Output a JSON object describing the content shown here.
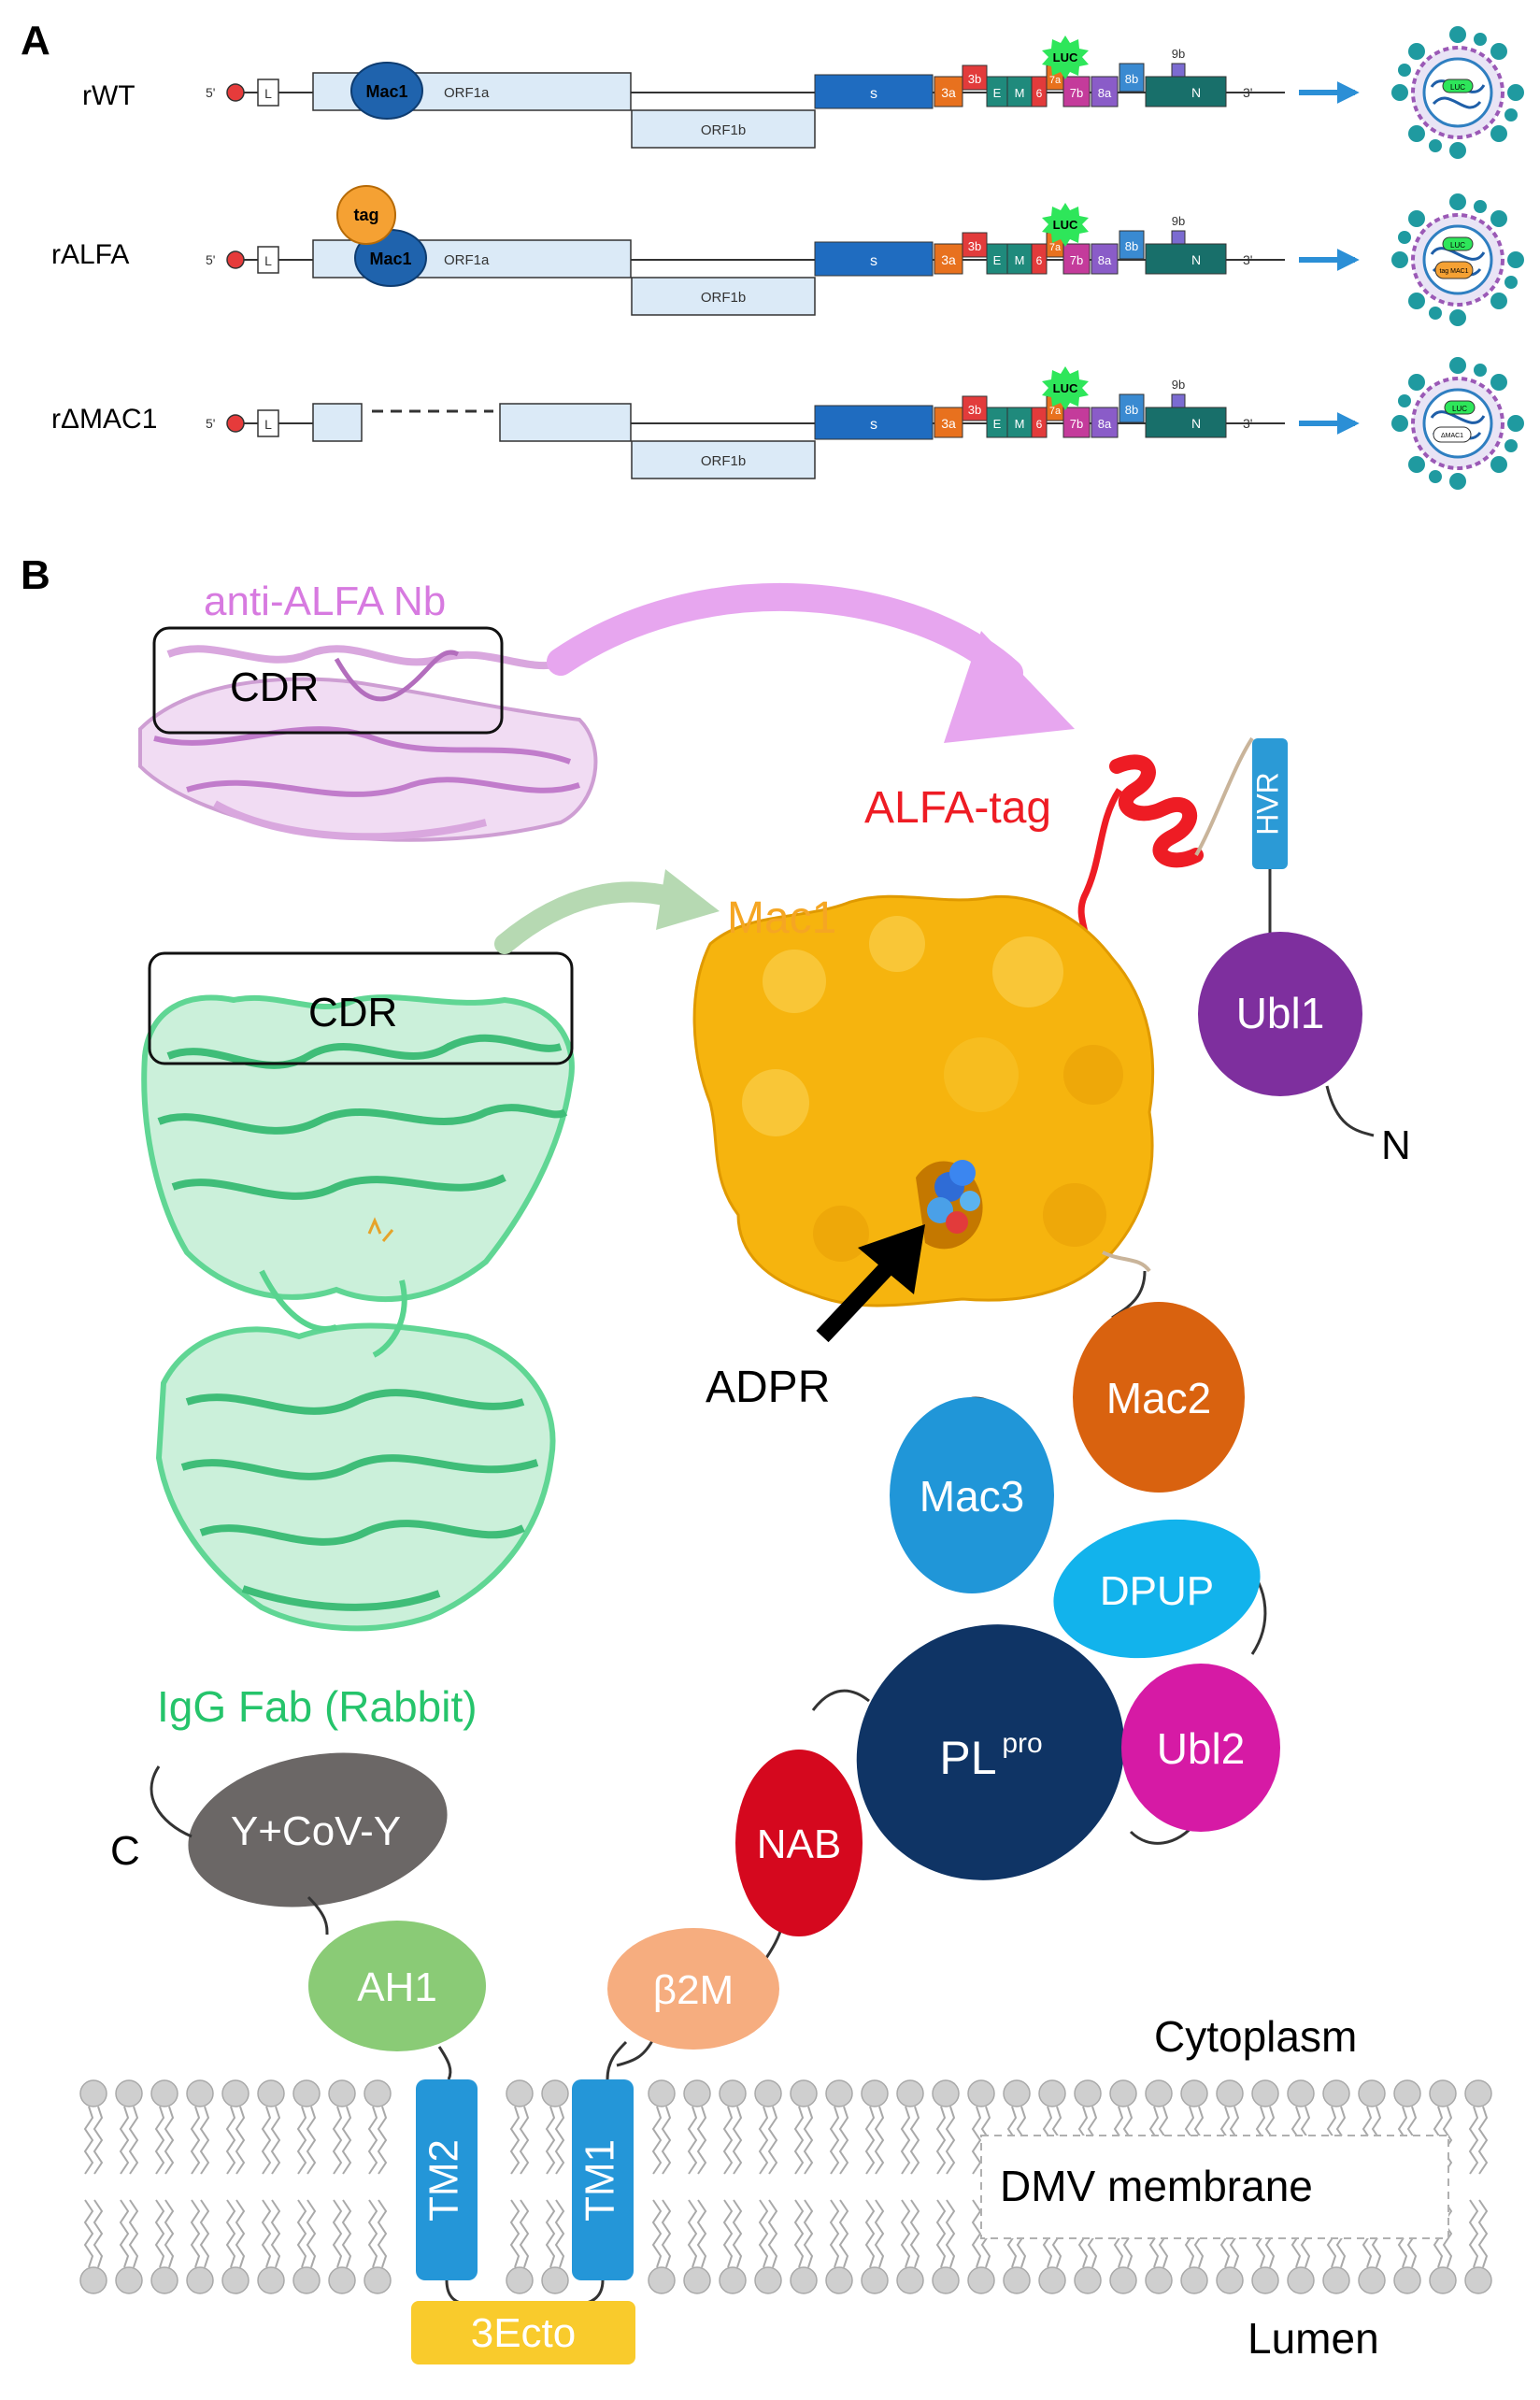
{
  "panel_a": {
    "label": "A",
    "rows": [
      {
        "name": "rWT",
        "five_prime": "5'",
        "three_prime": "3'",
        "leader": "L",
        "mac1": "Mac1",
        "orf1a": "ORF1a",
        "orf1b": "ORF1b",
        "genes": {
          "s": "s",
          "g3a": "3a",
          "g3b": "3b",
          "e": "E",
          "m": "M",
          "g6": "6",
          "g7a": "7a",
          "g7b": "7b",
          "g8a": "8a",
          "g8b": "8b",
          "g9b": "9b",
          "n": "N"
        },
        "luc": "LUC",
        "virion_label": "LUC"
      },
      {
        "name": "rALFA",
        "five_prime": "5'",
        "three_prime": "3'",
        "leader": "L",
        "tag": "tag",
        "mac1": "Mac1",
        "orf1a": "ORF1a",
        "orf1b": "ORF1b",
        "genes": {
          "s": "s",
          "g3a": "3a",
          "g3b": "3b",
          "e": "E",
          "m": "M",
          "g6": "6",
          "g7a": "7a",
          "g7b": "7b",
          "g8a": "8a",
          "g8b": "8b",
          "g9b": "9b",
          "n": "N"
        },
        "luc": "LUC",
        "virion_label": "LUC",
        "virion_label2": "tag MAC1"
      },
      {
        "name": "rΔMAC1",
        "five_prime": "5'",
        "three_prime": "3'",
        "leader": "L",
        "orf1b": "ORF1b",
        "genes": {
          "s": "s",
          "g3a": "3a",
          "g3b": "3b",
          "e": "E",
          "m": "M",
          "g6": "6",
          "g7a": "7a",
          "g7b": "7b",
          "g8a": "8a",
          "g8b": "8b",
          "g9b": "9b",
          "n": "N"
        },
        "luc": "LUC",
        "virion_label": "LUC",
        "virion_label2": "ΔMAC1"
      }
    ]
  },
  "panel_b": {
    "label": "B",
    "nb_title": "anti-ALFA Nb",
    "cdr_top": "CDR",
    "cdr_fab": "CDR",
    "fab_label": "IgG Fab (Rabbit)",
    "alfa_tag": "ALFA-tag",
    "mac1": "Mac1",
    "adpr": "ADPR",
    "hvr": "HVR",
    "ubl1": "Ubl1",
    "n_term": "N",
    "mac2": "Mac2",
    "mac3": "Mac3",
    "dpup": "DPUP",
    "plpro_main": "PL",
    "plpro_sup": "pro",
    "ubl2": "Ubl2",
    "nab": "NAB",
    "b2m": "β2M",
    "ycov": "Y+CoV-Y",
    "c_term": "C",
    "ah1": "AH1",
    "tm1": "TM1",
    "tm2": "TM2",
    "ecto": "3Ecto",
    "cytoplasm": "Cytoplasm",
    "membrane": "DMV membrane",
    "lumen": "Lumen"
  },
  "colors": {
    "mac1_blue": "#1f63ad",
    "orf_light": "#dbeaf7",
    "s_blue": "#1f6cc0",
    "g3a_orange": "#e8711e",
    "g3b_red": "#e23b3b",
    "em_teal": "#1f8a7c",
    "g7b_magenta": "#c43b9b",
    "g8a_purple": "#8a5cc8",
    "g8b_blue": "#3a8ad1",
    "n_teal": "#186f6a",
    "luc_green": "#2ee65a",
    "tag_orange": "#f5a133",
    "alfa_red": "#ee1c24",
    "nb_pink": "#d9a7de",
    "nb_title": "#d77ae0",
    "fab_green": "#58d48f",
    "fab_title": "#25c46b",
    "mac1_gold": "#f6b40e",
    "mac1_title": "#f5a623",
    "ubl1_purple": "#7e2f9e",
    "hvr_blue": "#2b9ad6",
    "mac2_orange": "#d9620f",
    "mac3_blue": "#2096d8",
    "dpup_cyan": "#12b3ec",
    "plpro_navy": "#0f3465",
    "ubl2_magenta": "#d61aa5",
    "nab_red": "#d5081e",
    "b2m_peach": "#f6ad7f",
    "ycov_gray": "#6b6766",
    "ah1_green": "#8acb76",
    "tm_blue": "#2496d8",
    "ecto_yellow": "#f9cb2c",
    "lipid_gray": "#c9c9c9"
  }
}
